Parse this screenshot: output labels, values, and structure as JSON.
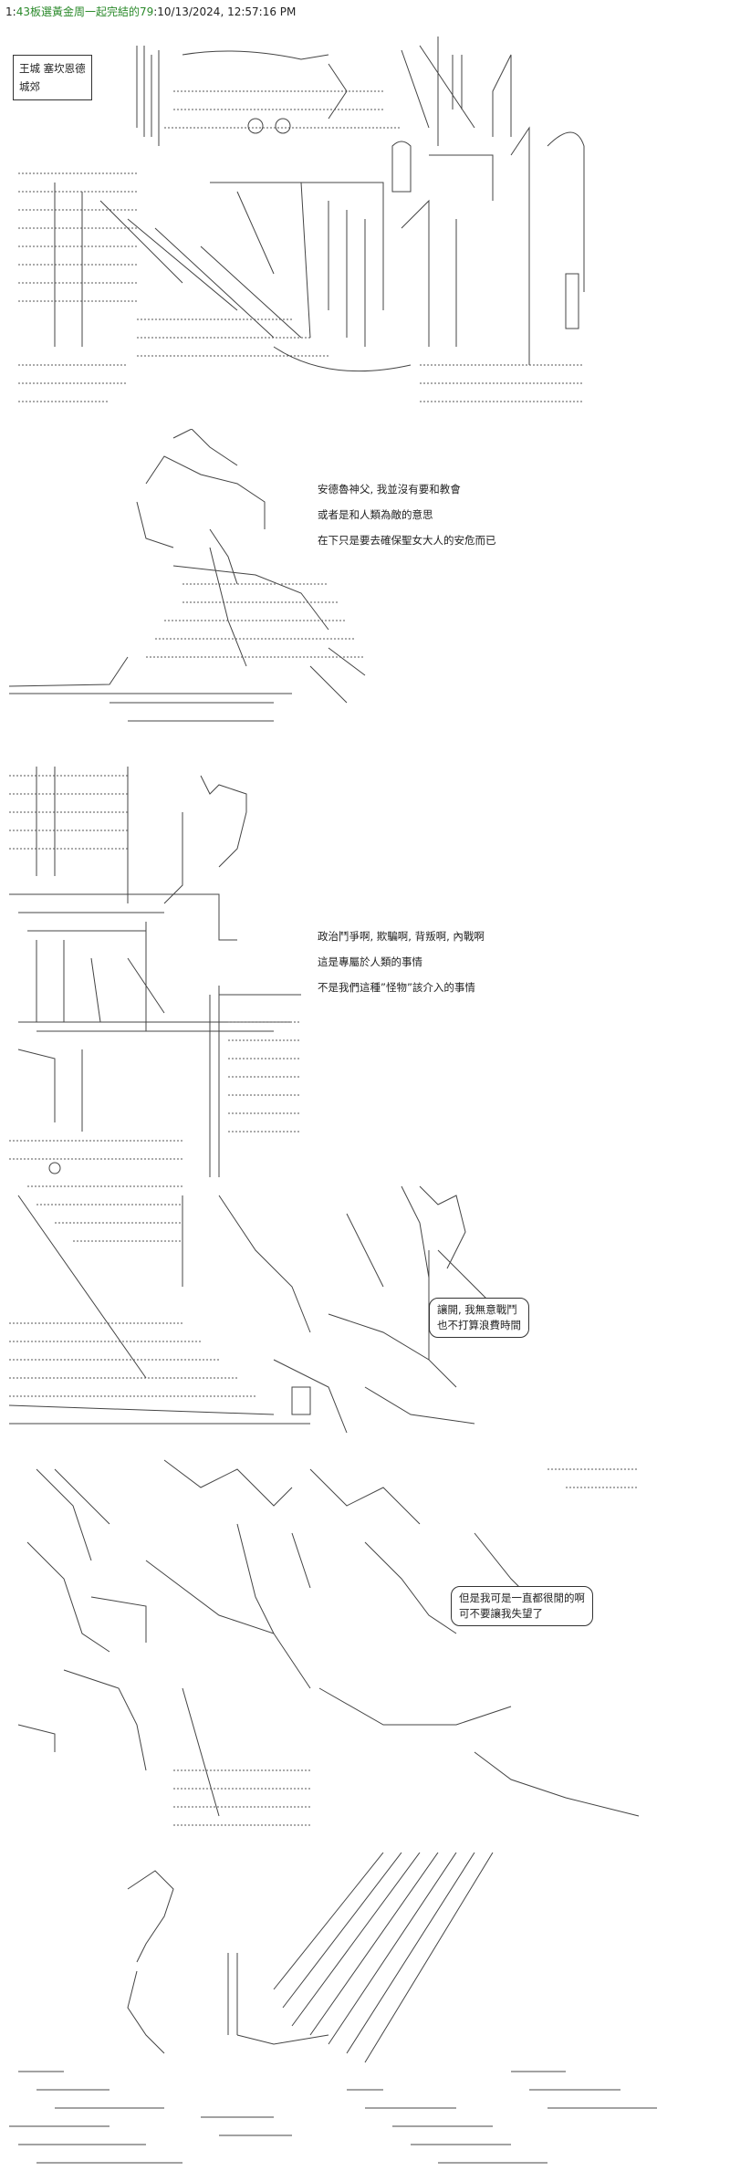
{
  "header": {
    "post_number": "1:",
    "title": "43板選黃金周一起完結的79",
    "timestamp": ":10/13/2024, 12:57:16 PM"
  },
  "panel1": {
    "location_line1": "王城 塞坎恩德",
    "location_line2": "城郊"
  },
  "panel2": {
    "lines": [
      "安德魯神父, 我並沒有要和教會",
      "或者是和人類為敵的意思",
      "在下只是要去確保聖女大人的安危而已"
    ]
  },
  "panel3": {
    "lines": [
      "政治鬥爭啊, 欺騙啊, 背叛啊, 內戰啊",
      "這是專屬於人類的事情",
      "不是我們這種”怪物”該介入的事情"
    ]
  },
  "panel4": {
    "bubble_line1": "讓開, 我無意戰鬥",
    "bubble_line2": "也不打算浪費時間"
  },
  "panel5": {
    "bubble_line1": "但是我可是一直都很閒的啊",
    "bubble_line2": "可不要讓我失望了"
  }
}
